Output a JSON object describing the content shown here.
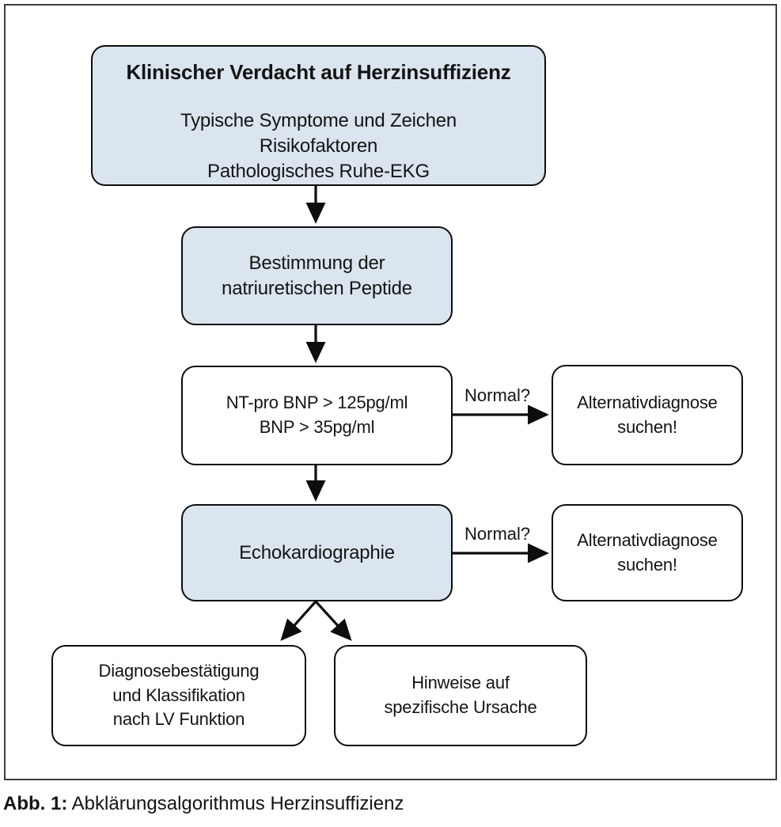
{
  "figure": {
    "caption_label": "Abb. 1:",
    "caption_text": "Abklärungsalgorithmus Herzinsuffizienz"
  },
  "colors": {
    "node_fill_blue": "#dbe5ef",
    "node_fill_white": "#ffffff",
    "stroke": "#0d0d0d",
    "frame": "#3a3f45",
    "text": "#141414"
  },
  "flowchart": {
    "nodes": {
      "suspicion": {
        "title": "Klinischer Verdacht auf Herzinsuffizienz",
        "line1": "Typische Symptome und Zeichen",
        "line2": "Risikofaktoren",
        "line3": "Pathologisches Ruhe-EKG"
      },
      "peptides": {
        "line1": "Bestimmung der",
        "line2": "natriuretischen Peptide"
      },
      "thresholds": {
        "line1": "NT-pro BNP > 125pg/ml",
        "line2": "BNP > 35pg/ml"
      },
      "alternative_1": {
        "line1": "Alternativdiagnose",
        "line2": "suchen!"
      },
      "echo": {
        "line1": "Echokardiographie"
      },
      "alternative_2": {
        "line1": "Alternativdiagnose",
        "line2": "suchen!"
      },
      "confirm": {
        "line1": "Diagnosebestätigung",
        "line2": "und Klassifikation",
        "line3": "nach LV Funktion"
      },
      "cause": {
        "line1": "Hinweise auf",
        "line2": "spezifische Ursache"
      }
    },
    "edge_labels": {
      "normal_1": "Normal?",
      "normal_2": "Normal?"
    }
  }
}
